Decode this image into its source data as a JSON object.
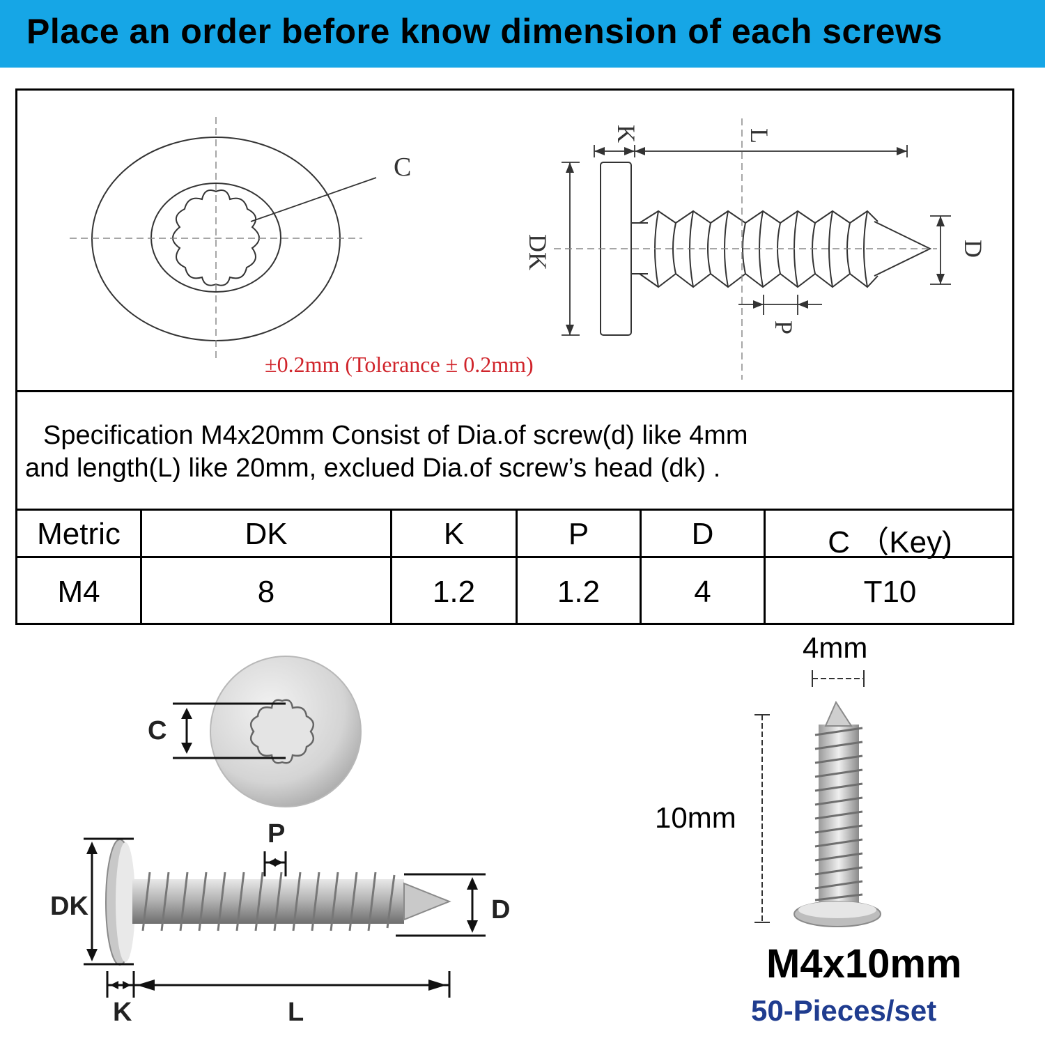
{
  "banner": {
    "title": "Place an order before know dimension of each screws"
  },
  "drawing": {
    "c_label": "C",
    "k_label": "K",
    "l_label": "L",
    "dk_label": "DK",
    "d_label": "D",
    "p_label": "P",
    "tolerance": "±0.2mm  (Tolerance ± 0.2mm)"
  },
  "spec": {
    "line1": "Specification M4x20mm Consist of Dia.of screw(d) like 4mm",
    "line2": "and length(L) like 20mm, exclued Dia.of screw’s head (dk) ."
  },
  "table": {
    "headers": [
      "Metric",
      "DK",
      "K",
      "P",
      "D",
      "C （Key)"
    ],
    "row": [
      "M4",
      "8",
      "1.2",
      "1.2",
      "4",
      "T10"
    ]
  },
  "photo": {
    "c_label": "C",
    "p_label": "P",
    "dk_label": "DK",
    "d_label": "D",
    "k_label": "K",
    "l_label": "L"
  },
  "product": {
    "width_label": "4mm",
    "length_label": "10mm",
    "size": "M4x10mm",
    "pieces": "50-Pieces/set"
  },
  "colors": {
    "banner": "#16a6e6",
    "tolerance": "#d0242b",
    "pieces": "#1f3c8f"
  }
}
